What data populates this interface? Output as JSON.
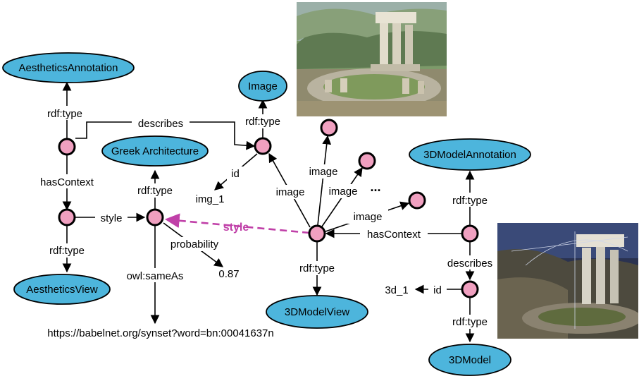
{
  "classes": {
    "aesthetics_annotation": "AestheticsAnnotation",
    "image": "Image",
    "greek_architecture": "Greek Architecture",
    "aesthetics_view": "AestheticsView",
    "model3d_annotation": "3DModelAnnotation",
    "model3d_view": "3DModelView",
    "model3d": "3DModel"
  },
  "edges": {
    "rdf_type": "rdf:type",
    "describes": "describes",
    "has_context": "hasContext",
    "style": "style",
    "id": "id",
    "image": "image",
    "probability": "probability",
    "owl_same_as": "owl:sameAs"
  },
  "literals": {
    "img_1": "img_1",
    "probability_value": "0.87",
    "model_id": "3d_1",
    "babelnet_url": "https://babelnet.org/synset?word=bn:00041637n",
    "ellipsis": "..."
  },
  "colors": {
    "class_fill": "#4db5dc",
    "node_fill": "#f0a0c0",
    "inferred_edge": "#c040a8",
    "edge": "#000000"
  },
  "images": {
    "temple_photo": "photo-of-temple-icon",
    "model_render": "3d-model-render-icon"
  }
}
